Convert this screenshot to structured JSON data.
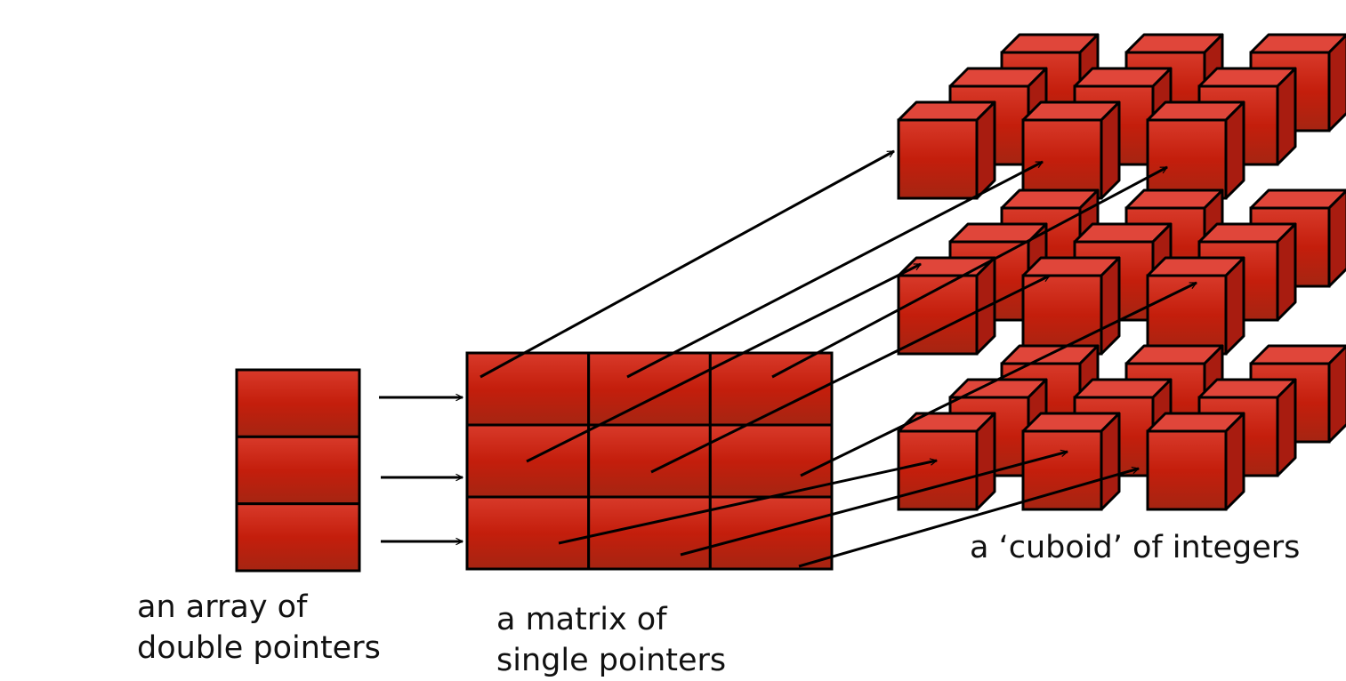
{
  "labels": {
    "array_line1": "an array of",
    "array_line2": "double pointers",
    "matrix_line1": "a matrix of",
    "matrix_line2": "single pointers",
    "cuboid": "a ‘cuboid’ of integers"
  },
  "colors": {
    "cell_top": "#d83a2a",
    "cell_mid": "#c41e0c",
    "cell_bottom": "#a52512",
    "cube_top_face": "#e0463a",
    "cube_side_face": "#a81c10",
    "outline": "#000000",
    "arrow": "#000000"
  },
  "structure": {
    "array_cells": 3,
    "matrix_rows": 3,
    "matrix_cols": 3,
    "cuboid_layers": 3,
    "cuboid_rows": 3,
    "cuboid_cols": 3
  }
}
